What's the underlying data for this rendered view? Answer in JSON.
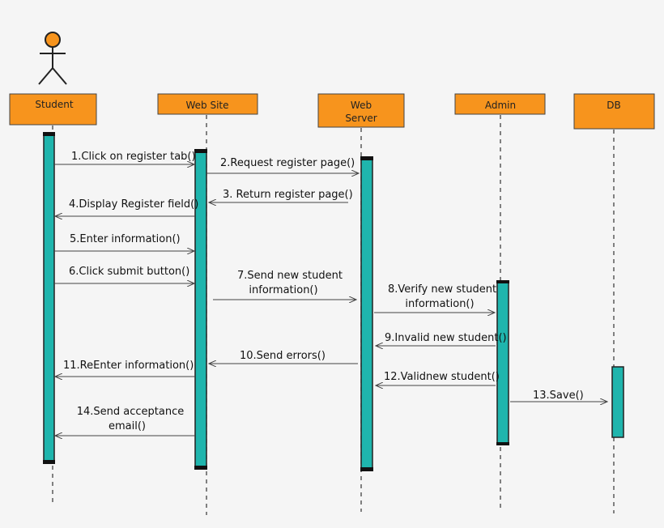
{
  "participants": {
    "student": {
      "label": "Student"
    },
    "website": {
      "label": "Web Site"
    },
    "webserver": {
      "label1": "Web",
      "label2": "Server"
    },
    "admin": {
      "label": "Admin"
    },
    "db": {
      "label": "DB"
    }
  },
  "messages": [
    {
      "text": [
        "1.Click on register tab()"
      ],
      "from": "student",
      "to": "website"
    },
    {
      "text": [
        "2.Request register page()"
      ],
      "from": "website",
      "to": "webserver"
    },
    {
      "text": [
        "3. Return register page()"
      ],
      "from": "webserver",
      "to": "website"
    },
    {
      "text": [
        "4.Display Register field()"
      ],
      "from": "website",
      "to": "student"
    },
    {
      "text": [
        "5.Enter information()"
      ],
      "from": "student",
      "to": "website"
    },
    {
      "text": [
        "6.Click submit button()"
      ],
      "from": "student",
      "to": "website"
    },
    {
      "text": [
        "7.Send new student",
        "information()"
      ],
      "from": "website",
      "to": "webserver"
    },
    {
      "text": [
        "8.Verify new student",
        "information()"
      ],
      "from": "webserver",
      "to": "admin"
    },
    {
      "text": [
        "9.Invalid new student()"
      ],
      "from": "admin",
      "to": "webserver"
    },
    {
      "text": [
        "10.Send errors()"
      ],
      "from": "webserver",
      "to": "website"
    },
    {
      "text": [
        "11.ReEnter information()"
      ],
      "from": "website",
      "to": "student"
    },
    {
      "text": [
        "12.Validnew student()"
      ],
      "from": "admin",
      "to": "webserver"
    },
    {
      "text": [
        "13.Save()"
      ],
      "from": "admin",
      "to": "db"
    },
    {
      "text": [
        "14.Send acceptance",
        "email()"
      ],
      "from": "website",
      "to": "student"
    }
  ]
}
